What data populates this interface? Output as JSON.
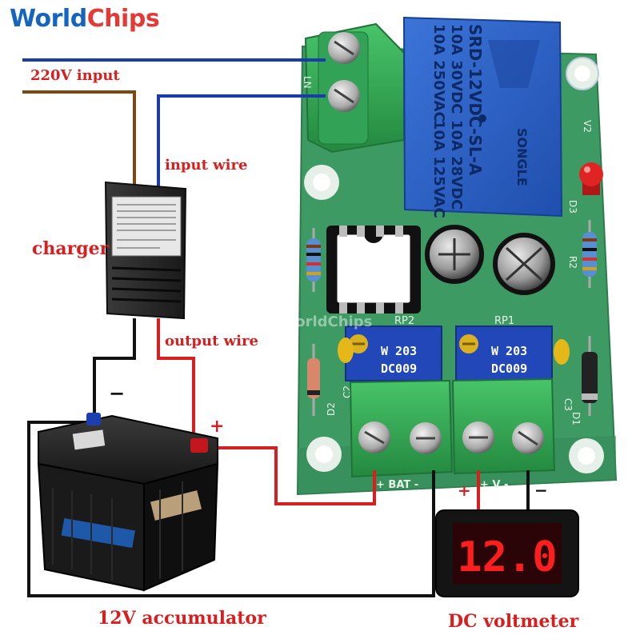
{
  "brand": {
    "part1": "World",
    "part2": "Chips"
  },
  "watermark": "WorldChips",
  "labels": {
    "ac_input": "220V input",
    "input_wire": "input wire",
    "charger": "charger",
    "output_wire": "output wire",
    "battery": "12V accumulator",
    "voltmeter": "DC voltmeter",
    "minus": "−",
    "plus": "+"
  },
  "relay": {
    "lines": [
      "10A 250VAC",
      "10A 30VDC",
      "SRD-12VDC-SL-A",
      "10A 125VAC",
      "10A 28VDC"
    ],
    "brand": "SONGLE"
  },
  "pcb": {
    "pot_labels": [
      "RP2",
      "RP1"
    ],
    "pot_codes": [
      "W 203",
      "DC009"
    ],
    "silk": [
      "D2",
      "C2",
      "C3",
      "D1",
      "D3",
      "R2",
      "V2",
      "LN"
    ],
    "terminal_labels": [
      "+ BAT -",
      "+ V -"
    ]
  },
  "voltmeter": {
    "reading": "12.0"
  },
  "colors": {
    "wire_blue": "#1a3ca8",
    "wire_brown": "#7a4a12",
    "wire_red": "#d71f1f",
    "wire_black": "#111111",
    "pcb": "#3c9a62",
    "relay": "#2a5fc4",
    "terminal": "#2fa84f",
    "label_red": "#d71f1f"
  },
  "icons": [
    "relay-component",
    "led-indicator",
    "capacitor",
    "ic-chip",
    "potentiometer",
    "resistor",
    "diode",
    "battery",
    "charger-adapter",
    "voltmeter-display"
  ]
}
